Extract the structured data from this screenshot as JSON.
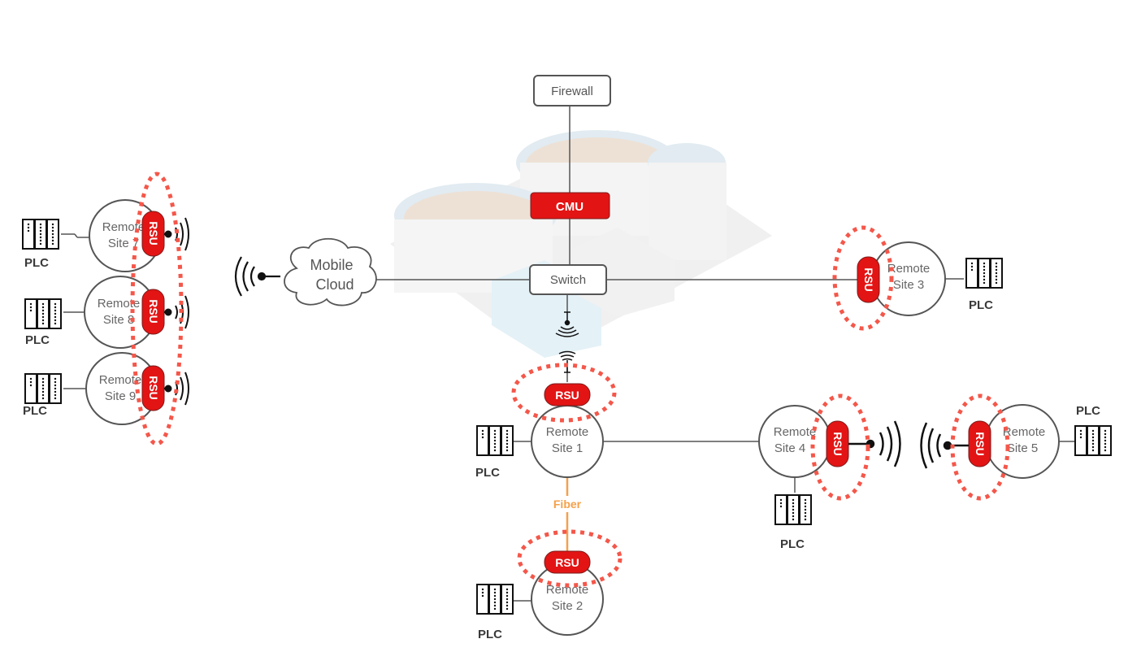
{
  "diagram": {
    "core": {
      "firewall": "Firewall",
      "cmu": "CMU",
      "switch": "Switch"
    },
    "cloud": {
      "line1": "Mobile",
      "line2": "Cloud"
    },
    "rsu_label": "RSU",
    "plc_label": "PLC",
    "fiber_label": "Fiber",
    "sites": [
      {
        "id": "site1",
        "line1": "Remote",
        "line2": "Site 1"
      },
      {
        "id": "site2",
        "line1": "Remote",
        "line2": "Site 2"
      },
      {
        "id": "site3",
        "line1": "Remote",
        "line2": "Site 3"
      },
      {
        "id": "site4",
        "line1": "Remote",
        "line2": "Site 4"
      },
      {
        "id": "site5",
        "line1": "Remote",
        "line2": "Site 5"
      },
      {
        "id": "site7",
        "line1": "Remote",
        "line2": "Site 7"
      },
      {
        "id": "site8",
        "line1": "Remote",
        "line2": "Site 8"
      },
      {
        "id": "site9",
        "line1": "Remote",
        "line2": "Site 9"
      }
    ],
    "colors": {
      "rsu": "#e31414",
      "cmu": "#e31414",
      "highlight": "#f4574a",
      "fiber": "#f5a04a",
      "line": "#555555"
    }
  }
}
